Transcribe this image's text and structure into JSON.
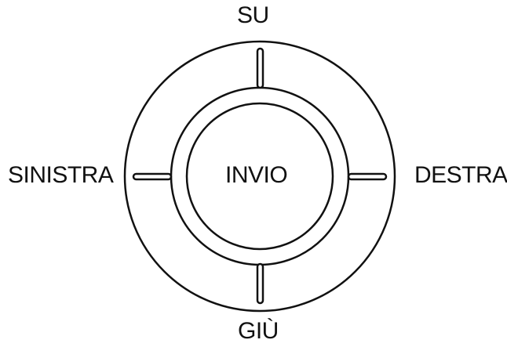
{
  "remote": {
    "labels": {
      "up": "SU",
      "left": "SINISTRA",
      "center": "INVIO",
      "right": "DESTRA",
      "down": "GIÙ"
    },
    "colors": {
      "stroke": "#111111",
      "background": "#ffffff"
    }
  }
}
